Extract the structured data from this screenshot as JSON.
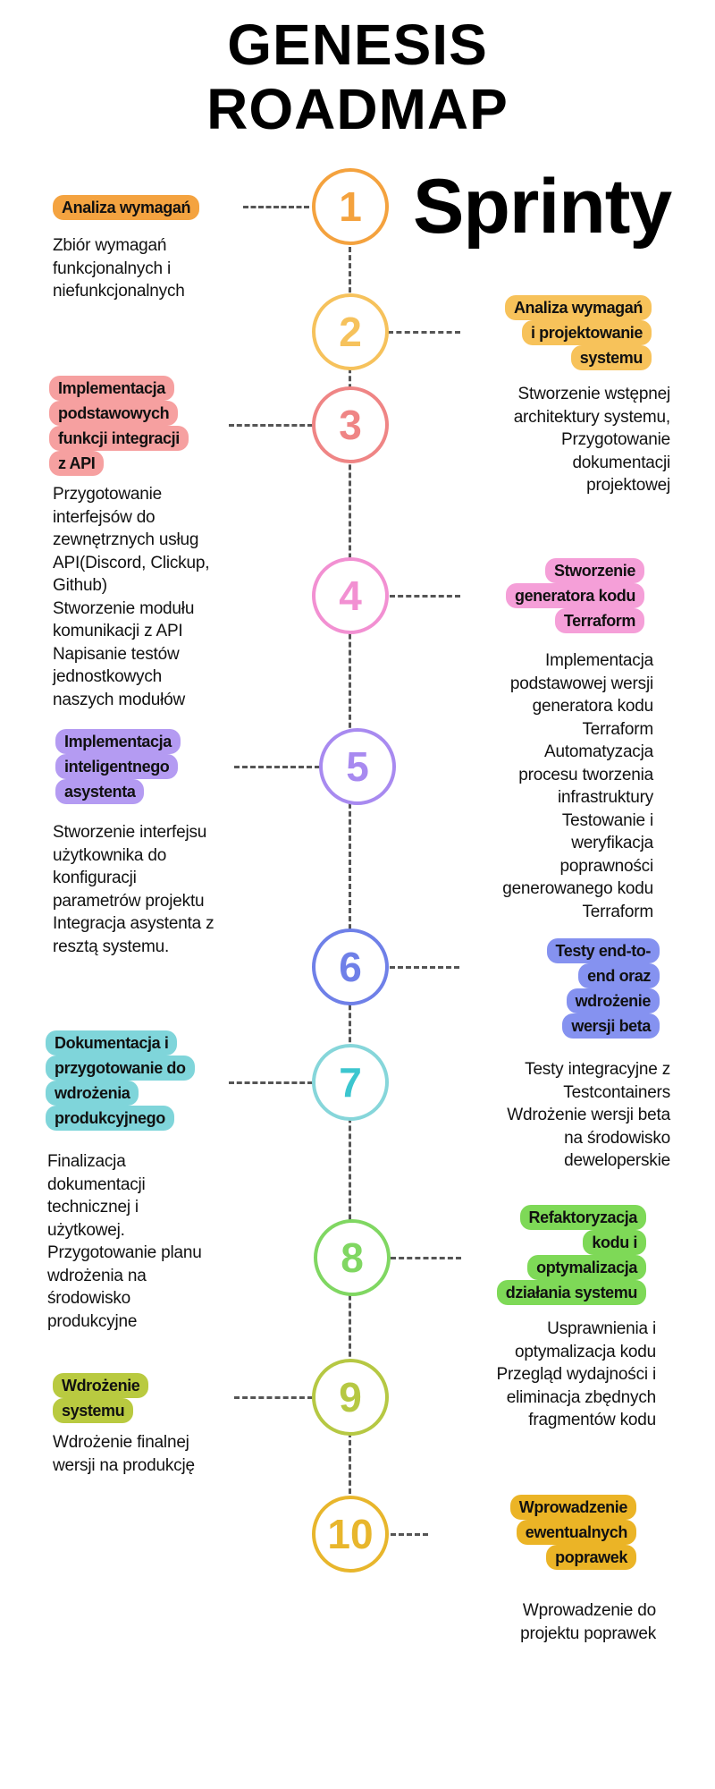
{
  "header": {
    "title_line1": "GENESIS",
    "title_line2": "ROADMAP",
    "subtitle": "Sprinty"
  },
  "sprints": [
    {
      "number": "1",
      "circle_color": "#f4a23e",
      "label_color": "#f4a340",
      "title_lines": [
        "Analiza wymagań"
      ],
      "description_lines": [
        "Zbiór wymagań",
        "funkcjonalnych i",
        "niefunkcjonalnych"
      ]
    },
    {
      "number": "2",
      "circle_color": "#f6c25c",
      "label_color": "#f7c25a",
      "title_lines": [
        "Analiza wymagań",
        "i projektowanie",
        "systemu"
      ],
      "description_lines": [
        "Stworzenie wstępnej",
        "architektury systemu,",
        "Przygotowanie",
        "dokumentacji",
        "projektowej"
      ]
    },
    {
      "number": "3",
      "circle_color": "#ef8585",
      "label_color": "#f6a0a0",
      "title_lines": [
        "Implementacja",
        "podstawowych",
        "funkcji integracji",
        "z API"
      ],
      "description_lines": [
        "Przygotowanie",
        "interfejsów do",
        "zewnętrznych usług",
        "API(Discord, Clickup,",
        "Github)",
        "Stworzenie modułu",
        "komunikacji z API",
        "Napisanie testów",
        "jednostkowych",
        "naszych modułów"
      ]
    },
    {
      "number": "4",
      "circle_color": "#f290d2",
      "label_color": "#f59fd8",
      "title_lines": [
        "Stworzenie",
        "generatora kodu",
        "Terraform"
      ],
      "description_lines": [
        "Implementacja",
        "podstawowej wersji",
        "generatora kodu",
        "Terraform",
        "Automatyzacja",
        "procesu tworzenia",
        "infrastruktury",
        "Testowanie i",
        "weryfikacja",
        "poprawności",
        "generowanego kodu",
        "Terraform"
      ]
    },
    {
      "number": "5",
      "circle_color": "#a88af0",
      "label_color": "#b49bf2",
      "title_lines": [
        "Implementacja",
        "inteligentnego",
        "asystenta"
      ],
      "description_lines": [
        "Stworzenie interfejsu",
        "użytkownika do",
        "konfiguracji",
        "parametrów projektu",
        "Integracja asystenta z",
        "resztą systemu."
      ]
    },
    {
      "number": "6",
      "circle_color": "#6f80e8",
      "label_color": "#8592f0",
      "title_lines": [
        "Testy end-to-",
        "end oraz",
        "wdrożenie",
        "wersji beta"
      ],
      "description_lines": [
        "Testy integracyjne z",
        "Testcontainers",
        "Wdrożenie wersji beta",
        "na środowisko",
        "deweloperskie"
      ]
    },
    {
      "number": "7",
      "circle_color": "#86d6da",
      "label_color": "#7fd5da",
      "number_color": "#3cc6cf",
      "title_lines": [
        "Dokumentacja i",
        "przygotowanie do",
        "wdrożenia",
        "produkcyjnego"
      ],
      "description_lines": [
        "Finalizacja",
        "dokumentacji",
        "technicznej i",
        "użytkowej.",
        "Przygotowanie planu",
        "wdrożenia na",
        "środowisko",
        "produkcyjne"
      ]
    },
    {
      "number": "8",
      "circle_color": "#80d762",
      "label_color": "#7ed957",
      "title_lines": [
        "Refaktoryzacja",
        "kodu i",
        "optymalizacja",
        "działania systemu"
      ],
      "description_lines": [
        "Usprawnienia i",
        "optymalizacja kodu",
        "Przegląd wydajności i",
        "eliminacja zbędnych",
        "fragmentów kodu"
      ]
    },
    {
      "number": "9",
      "circle_color": "#b6c843",
      "label_color": "#b9ca40",
      "title_lines": [
        "Wdrożenie",
        "systemu"
      ],
      "description_lines": [
        "Wdrożenie finalnej",
        "wersji na produkcję"
      ]
    },
    {
      "number": "10",
      "circle_color": "#e8b62c",
      "label_color": "#ebb426",
      "title_lines": [
        "Wprowadzenie",
        "ewentualnych",
        "poprawek"
      ],
      "description_lines": [
        "Wprowadzenie do",
        "projektu poprawek"
      ]
    }
  ]
}
